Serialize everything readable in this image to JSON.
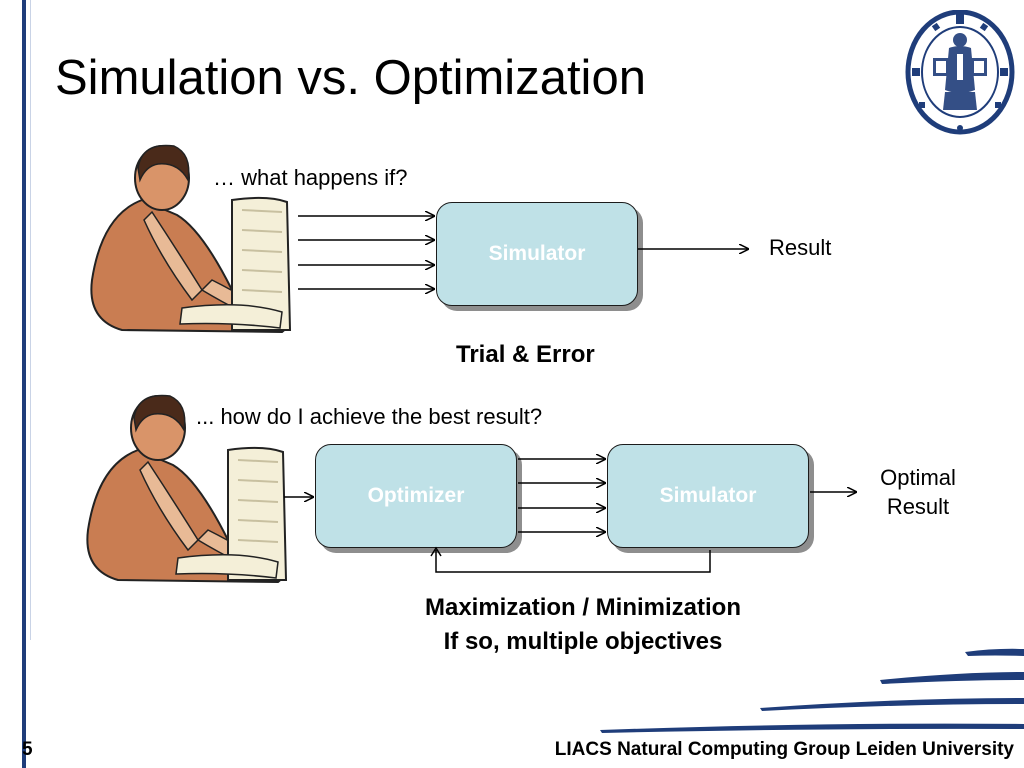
{
  "slide": {
    "title": "Simulation vs. Optimization",
    "page_number": "5",
    "footer": "LIACS Natural Computing Group Leiden University"
  },
  "top": {
    "question": "… what happens if?",
    "simulator_label": "Simulator",
    "result_label": "Result",
    "caption": "Trial & Error"
  },
  "bottom": {
    "question": "... how do I achieve the best result?",
    "optimizer_label": "Optimizer",
    "simulator_label": "Simulator",
    "result_line1": "Optimal",
    "result_line2": "Result",
    "caption_line1": "Maximization / Minimization",
    "caption_line2": "If so, multiple objectives"
  },
  "colors": {
    "box_fill": "#bfe1e7",
    "accent_blue": "#1f3d7a",
    "figure_skin": "#c97d52"
  },
  "icons": [
    "person-at-computer-icon",
    "university-seal-icon"
  ]
}
